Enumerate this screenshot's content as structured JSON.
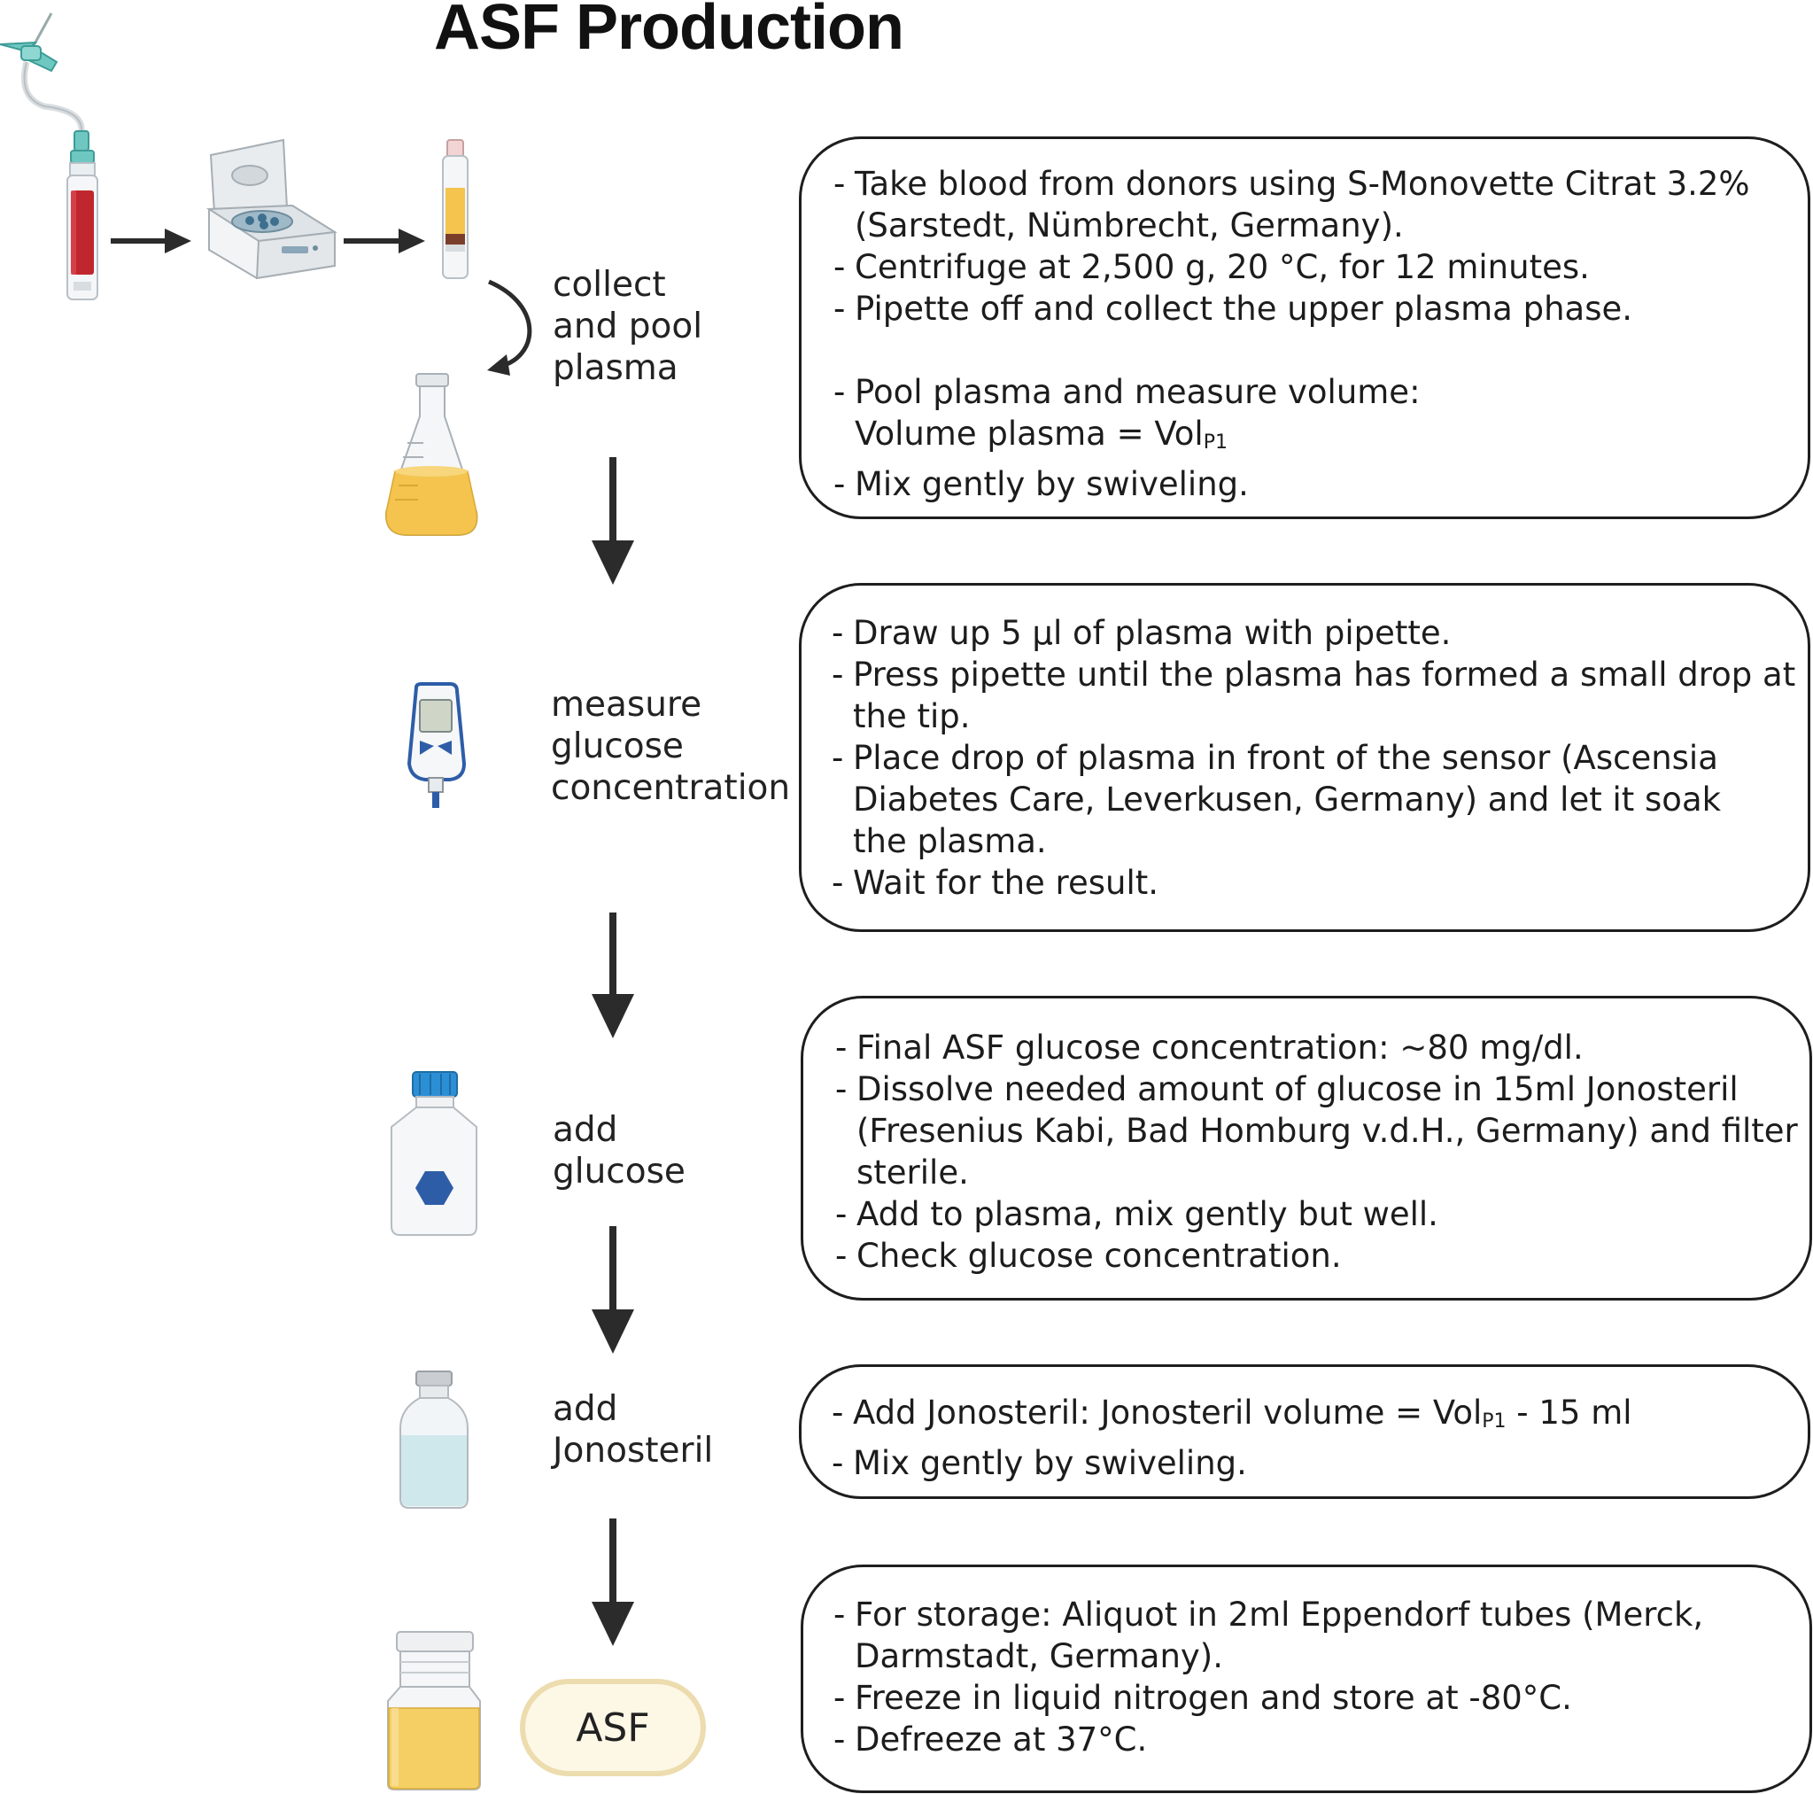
{
  "title": "ASF Production",
  "steps": [
    {
      "label_lines": [
        "collect",
        "and pool",
        "plasma"
      ],
      "box_items": [
        {
          "text": "Take blood from donors using S-Monovette Citrat 3.2%",
          "bullet": true
        },
        {
          "text": "(Sarstedt, Nümbrecht, Germany).",
          "bullet": false
        },
        {
          "text": "Centrifuge at 2,500 g, 20 °C, for 12 minutes.",
          "bullet": true
        },
        {
          "text": "Pipette off and collect the upper plasma phase.",
          "bullet": true
        },
        {
          "text": "",
          "bullet": false,
          "gap": true
        },
        {
          "text": "Pool plasma and measure volume:",
          "bullet": true
        },
        {
          "text": "Volume plasma = Vol",
          "sub": "P1",
          "bullet": false
        },
        {
          "text": "Mix gently by swiveling.",
          "bullet": true
        }
      ]
    },
    {
      "label_lines": [
        "measure",
        "glucose",
        "concentration"
      ],
      "box_items": [
        {
          "text": "Draw up 5 µl of plasma with pipette.",
          "bullet": true
        },
        {
          "text": "Press pipette until the plasma has formed a small drop at",
          "bullet": true
        },
        {
          "text": "the tip.",
          "bullet": false
        },
        {
          "text": "Place drop of plasma in front of the sensor (Ascensia",
          "bullet": true
        },
        {
          "text": "Diabetes Care, Leverkusen, Germany) and let it soak",
          "bullet": false
        },
        {
          "text": "the plasma.",
          "bullet": false
        },
        {
          "text": "Wait for the result.",
          "bullet": true
        }
      ]
    },
    {
      "label_lines": [
        "add",
        "glucose"
      ],
      "box_items": [
        {
          "text": "Final ASF glucose concentration: ~80 mg/dl.",
          "bullet": true
        },
        {
          "text": "Dissolve needed amount of glucose in 15ml Jonosteril",
          "bullet": true
        },
        {
          "text": "(Fresenius Kabi, Bad Homburg v.d.H., Germany) and filter",
          "bullet": false
        },
        {
          "text": "sterile.",
          "bullet": false
        },
        {
          "text": "Add to plasma, mix gently but well.",
          "bullet": true
        },
        {
          "text": "Check glucose concentration.",
          "bullet": true
        }
      ]
    },
    {
      "label_lines": [
        "add",
        "Jonosteril"
      ],
      "box_items": [
        {
          "text": "Add Jonosteril: Jonosteril volume = Vol",
          "sub": "P1",
          "after": " - 15 ml",
          "bullet": true
        },
        {
          "text": "Mix gently by swiveling.",
          "bullet": true
        }
      ]
    },
    {
      "label_lines": [],
      "box_items": [
        {
          "text": "For storage: Aliquot in 2ml Eppendorf tubes (Merck,",
          "bullet": true
        },
        {
          "text": "Darmstadt, Germany).",
          "bullet": false
        },
        {
          "text": "Freeze in liquid nitrogen and store at -80°C.",
          "bullet": true
        },
        {
          "text": "Defreeze at 37°C.",
          "bullet": true
        }
      ]
    }
  ],
  "final_product_label": "ASF",
  "icons": [
    "butterfly-needle-icon",
    "blood-tube-icon",
    "centrifuge-icon",
    "plasma-tube-icon",
    "erlenmeyer-flask-icon",
    "glucometer-icon",
    "glucose-bottle-icon",
    "jonosteril-vial-icon",
    "asf-jar-icon"
  ],
  "colors": {
    "arrow": "#2b2b2b",
    "plasma": "#f4c44f",
    "blood": "#c0262e",
    "needle": "#6fc7c1",
    "cap": "#2b8fd6",
    "asf_pill_fill": "#fdf7e6",
    "asf_pill_border": "#ecdcae"
  }
}
